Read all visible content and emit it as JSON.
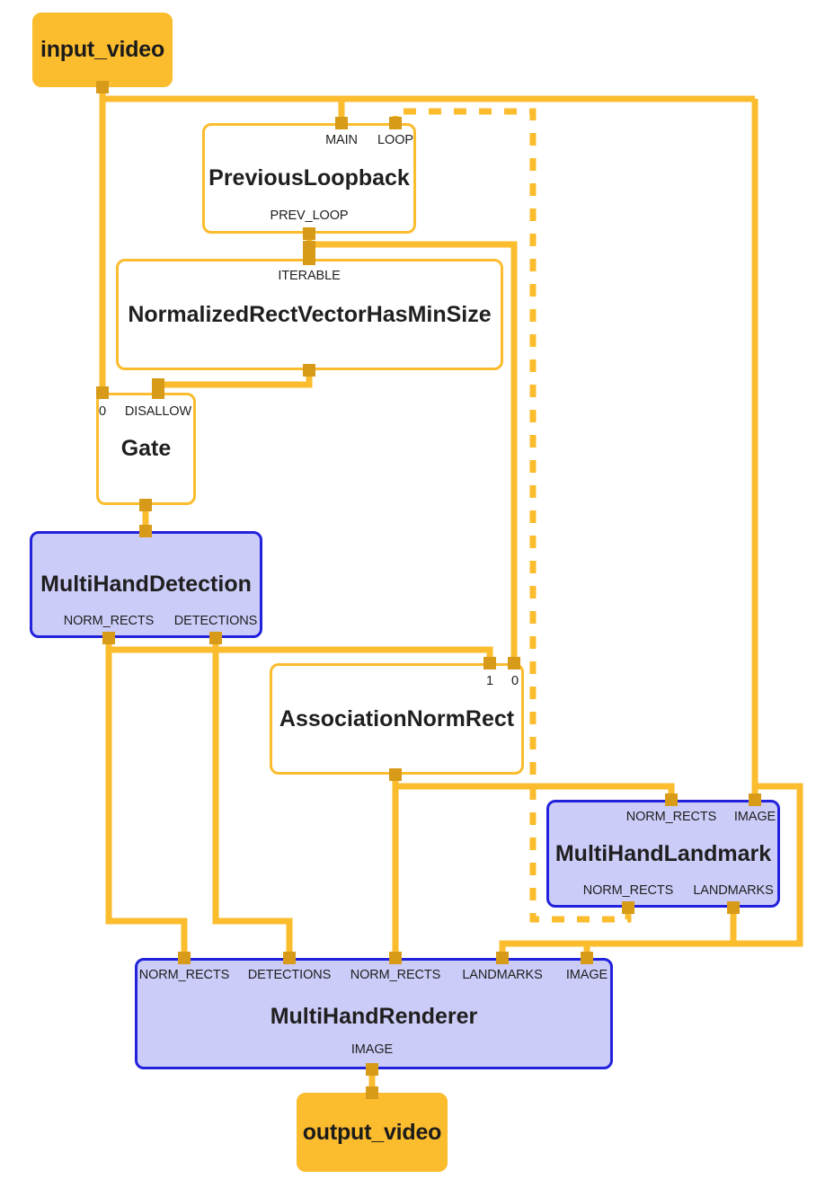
{
  "graph": {
    "title_visible": false,
    "colors": {
      "edge": "#fbbc2e",
      "port": "#d89a19",
      "stream_fill": "#fbbc2e",
      "calculator_fill": "#ffffff",
      "calculator_border": "#fbbc2e",
      "subgraph_fill": "#ccccf9",
      "subgraph_border": "#2222dd",
      "text": "#1f1f1f",
      "background": "#ffffff"
    }
  },
  "nodes": {
    "input_video": {
      "label": "input_video",
      "kind": "stream",
      "outputs": [
        ""
      ]
    },
    "previous_loopback": {
      "label": "PreviousLoopback",
      "kind": "calculator",
      "inputs": [
        "MAIN",
        "LOOP"
      ],
      "outputs": [
        "PREV_LOOP"
      ]
    },
    "has_min_size": {
      "label": "NormalizedRectVectorHasMinSize",
      "kind": "calculator",
      "inputs": [
        "ITERABLE"
      ],
      "outputs": [
        ""
      ]
    },
    "gate": {
      "label": "Gate",
      "kind": "calculator",
      "inputs": [
        "0",
        "DISALLOW"
      ],
      "outputs": [
        ""
      ]
    },
    "multi_hand_detection": {
      "label": "MultiHandDetection",
      "kind": "subgraph",
      "inputs": [
        ""
      ],
      "outputs": [
        "NORM_RECTS",
        "DETECTIONS"
      ]
    },
    "association_norm_rect": {
      "label": "AssociationNormRect",
      "kind": "calculator",
      "inputs": [
        "1",
        "0"
      ],
      "outputs": [
        ""
      ]
    },
    "multi_hand_landmark": {
      "label": "MultiHandLandmark",
      "kind": "subgraph",
      "inputs": [
        "NORM_RECTS",
        "IMAGE"
      ],
      "outputs": [
        "NORM_RECTS",
        "LANDMARKS"
      ]
    },
    "multi_hand_renderer": {
      "label": "MultiHandRenderer",
      "kind": "subgraph",
      "inputs": [
        "NORM_RECTS",
        "DETECTIONS",
        "NORM_RECTS",
        "LANDMARKS",
        "IMAGE"
      ],
      "outputs": [
        "IMAGE"
      ]
    },
    "output_video": {
      "label": "output_video",
      "kind": "stream",
      "inputs": [
        ""
      ]
    }
  },
  "edges": [
    {
      "from": "input_video",
      "to": "previous_loopback.MAIN",
      "style": "solid"
    },
    {
      "from": "input_video",
      "to": "gate.0",
      "style": "solid"
    },
    {
      "from": "input_video",
      "to": "multi_hand_landmark.IMAGE",
      "style": "solid"
    },
    {
      "from": "previous_loopback.PREV_LOOP",
      "to": "has_min_size.ITERABLE",
      "style": "solid"
    },
    {
      "from": "previous_loopback.PREV_LOOP",
      "to": "association_norm_rect.0",
      "style": "solid"
    },
    {
      "from": "has_min_size",
      "to": "gate.DISALLOW",
      "style": "solid"
    },
    {
      "from": "gate",
      "to": "multi_hand_detection",
      "style": "solid"
    },
    {
      "from": "multi_hand_detection.NORM_RECTS",
      "to": "multi_hand_renderer.NORM_RECTS",
      "style": "solid"
    },
    {
      "from": "multi_hand_detection.DETECTIONS",
      "to": "multi_hand_renderer.DETECTIONS",
      "style": "solid"
    },
    {
      "from": "multi_hand_detection.NORM_RECTS",
      "to": "association_norm_rect.1",
      "style": "solid"
    },
    {
      "from": "association_norm_rect",
      "to": "multi_hand_landmark.NORM_RECTS",
      "style": "solid"
    },
    {
      "from": "association_norm_rect",
      "to": "multi_hand_renderer.NORM_RECTS",
      "style": "solid"
    },
    {
      "from": "multi_hand_landmark.NORM_RECTS",
      "to": "previous_loopback.LOOP",
      "style": "dashed"
    },
    {
      "from": "multi_hand_landmark.LANDMARKS",
      "to": "multi_hand_renderer.LANDMARKS",
      "style": "solid"
    },
    {
      "from": "multi_hand_renderer.IMAGE",
      "to": "output_video",
      "style": "solid"
    }
  ]
}
